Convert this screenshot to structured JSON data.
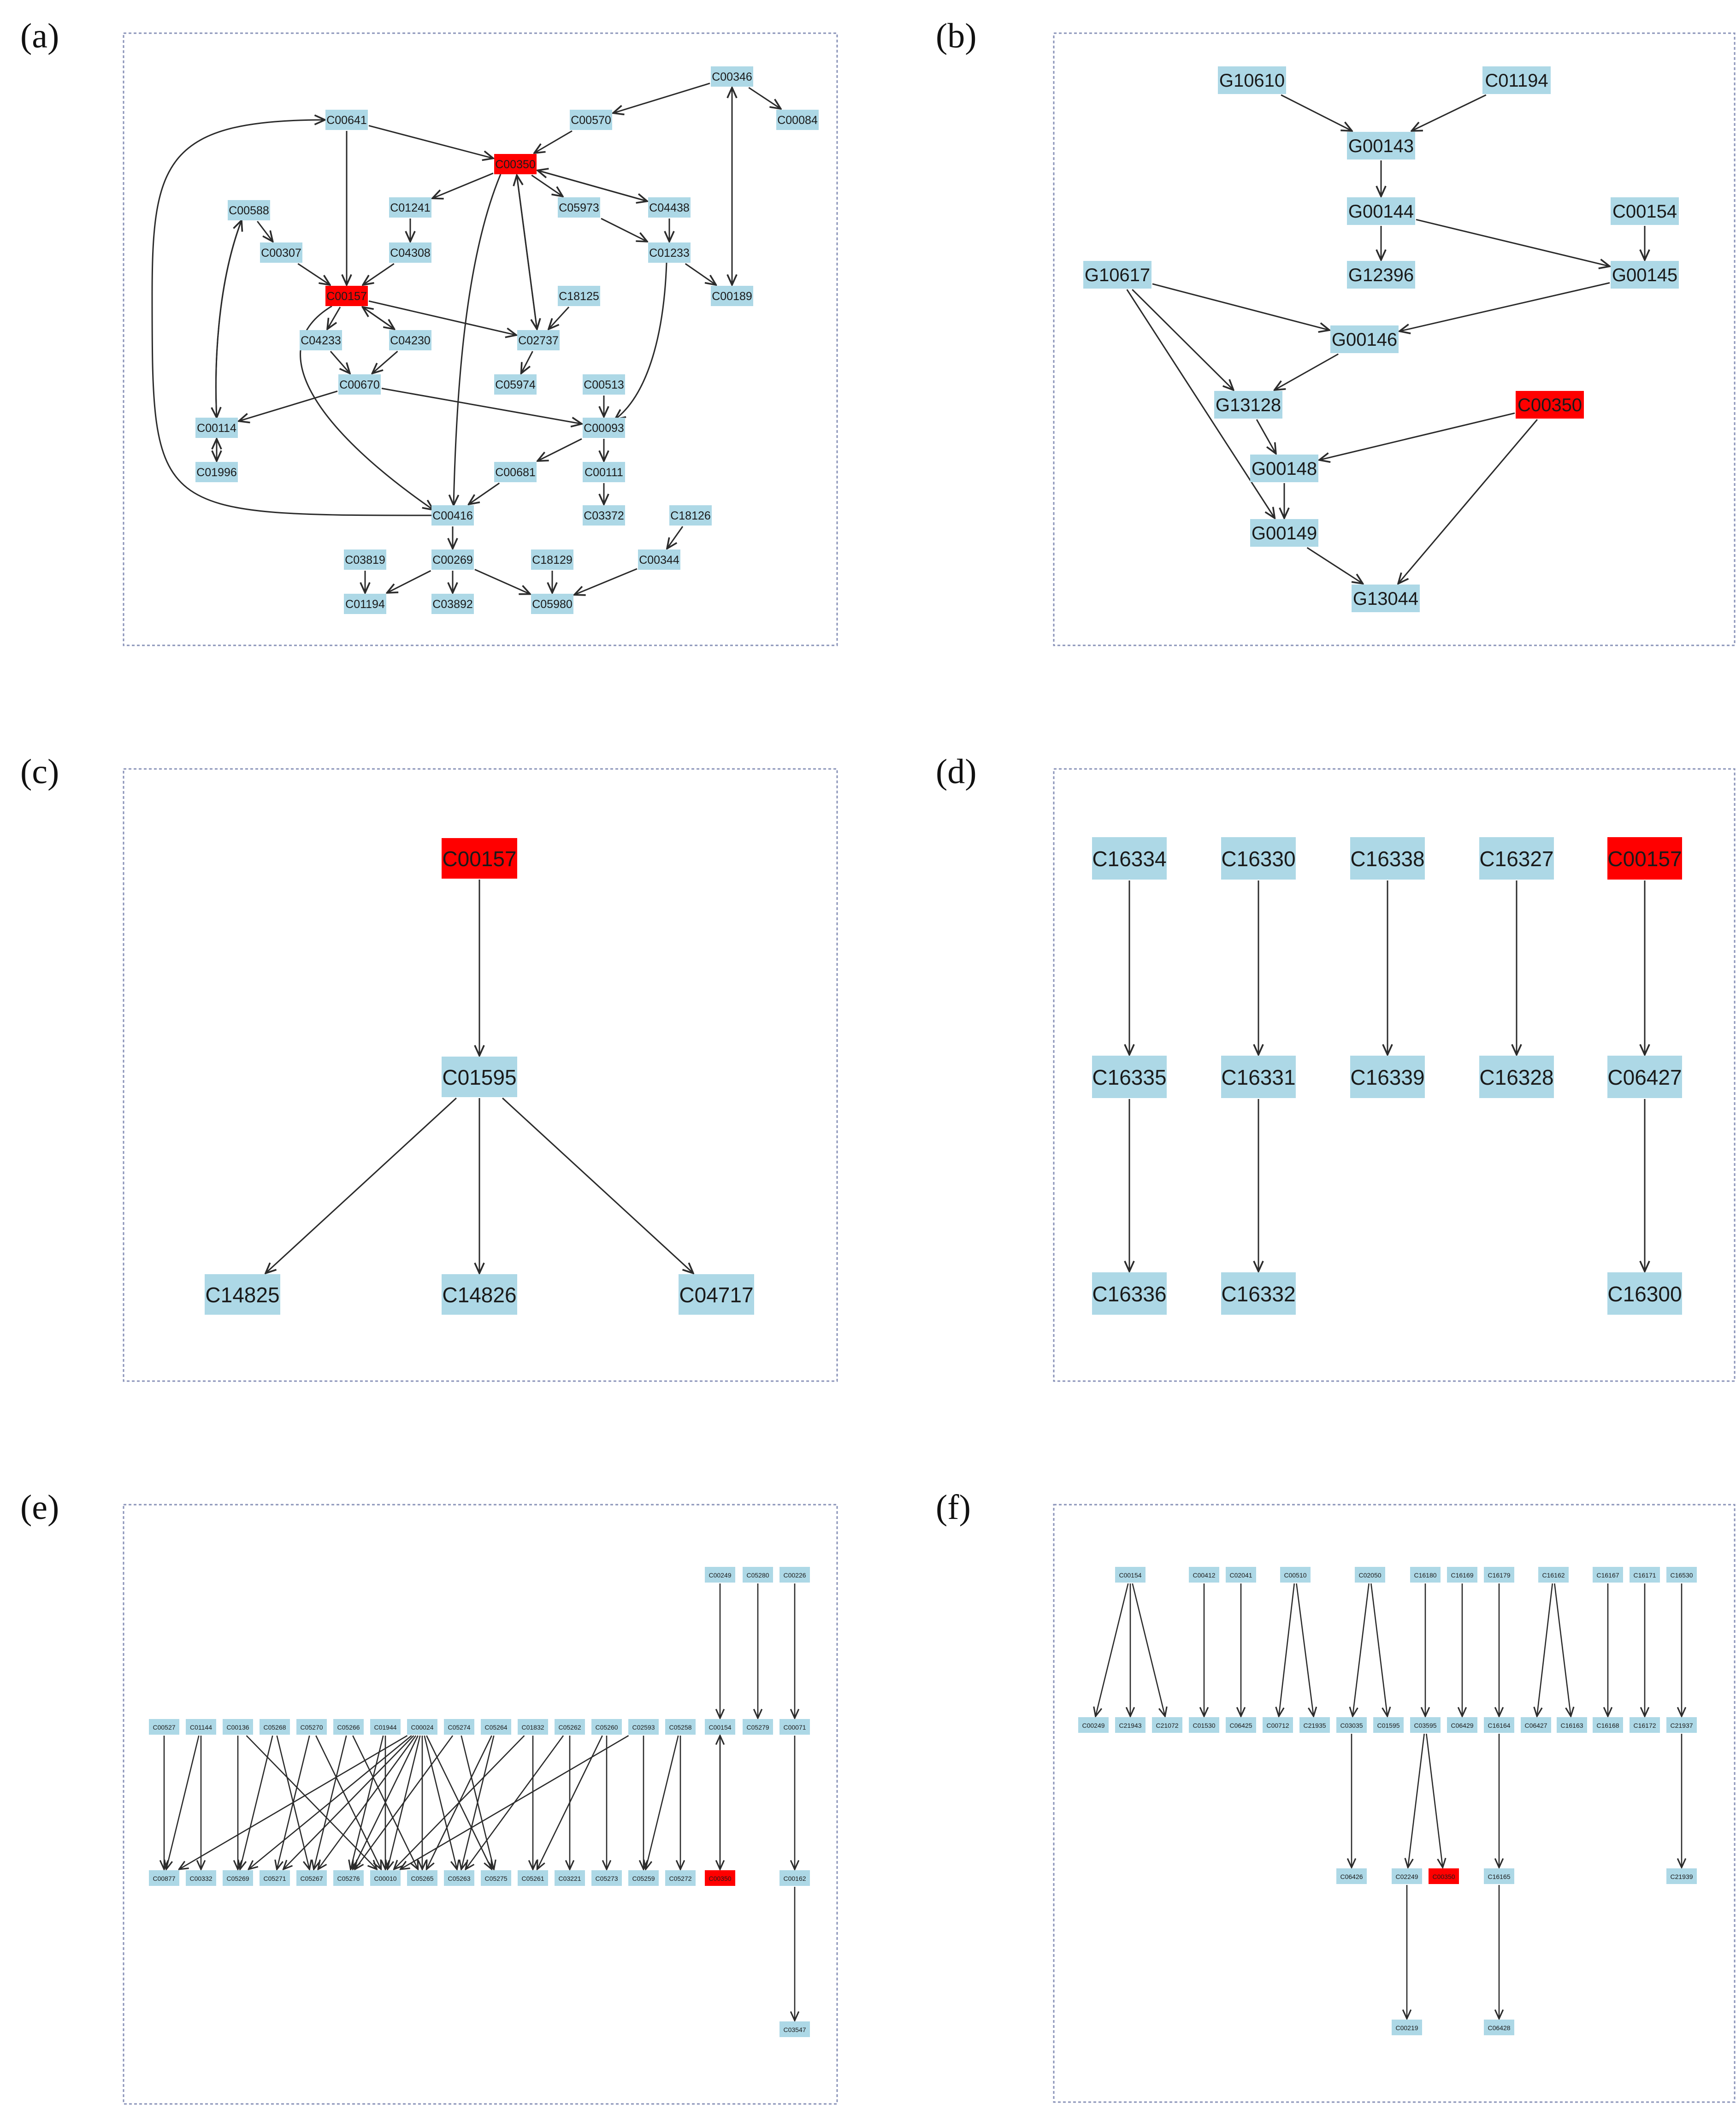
{
  "colors": {
    "node": "#add8e6",
    "highlight": "#ff0000",
    "edge": "#2b2b2b",
    "frame": "#8a93b8"
  },
  "panels": [
    {
      "id": "a",
      "label": "(a)",
      "nodes": [
        {
          "id": "C00346"
        },
        {
          "id": "C00570"
        },
        {
          "id": "C00084"
        },
        {
          "id": "C00641"
        },
        {
          "id": "C00350",
          "highlight": true
        },
        {
          "id": "C01241"
        },
        {
          "id": "C05973"
        },
        {
          "id": "C04438"
        },
        {
          "id": "C00588"
        },
        {
          "id": "C00307"
        },
        {
          "id": "C04308"
        },
        {
          "id": "C01233"
        },
        {
          "id": "C00189"
        },
        {
          "id": "C00157",
          "highlight": true
        },
        {
          "id": "C18125"
        },
        {
          "id": "C04233"
        },
        {
          "id": "C04230"
        },
        {
          "id": "C02737"
        },
        {
          "id": "C00670"
        },
        {
          "id": "C05974"
        },
        {
          "id": "C00513"
        },
        {
          "id": "C00114"
        },
        {
          "id": "C00093"
        },
        {
          "id": "C01996"
        },
        {
          "id": "C00681"
        },
        {
          "id": "C00111"
        },
        {
          "id": "C00416"
        },
        {
          "id": "C03372"
        },
        {
          "id": "C18126"
        },
        {
          "id": "C03819"
        },
        {
          "id": "C00269"
        },
        {
          "id": "C18129"
        },
        {
          "id": "C00344"
        },
        {
          "id": "C01194"
        },
        {
          "id": "C03892"
        },
        {
          "id": "C05980"
        }
      ],
      "edges": [
        [
          "C00346",
          "C00570"
        ],
        [
          "C00346",
          "C00084"
        ],
        [
          "C00346",
          "C00189"
        ],
        [
          "C00189",
          "C00346"
        ],
        [
          "C00641",
          "C00350"
        ],
        [
          "C00570",
          "C00350"
        ],
        [
          "C00641",
          "C00157"
        ],
        [
          "C00350",
          "C01241"
        ],
        [
          "C00350",
          "C05973"
        ],
        [
          "C00350",
          "C04438"
        ],
        [
          "C04438",
          "C00350"
        ],
        [
          "C00350",
          "C02737"
        ],
        [
          "C02737",
          "C00350"
        ],
        [
          "C00350",
          "C00416"
        ],
        [
          "C01241",
          "C04308"
        ],
        [
          "C04308",
          "C00157"
        ],
        [
          "C00588",
          "C00307"
        ],
        [
          "C00307",
          "C00157"
        ],
        [
          "C00588",
          "C00114"
        ],
        [
          "C00114",
          "C00588"
        ],
        [
          "C04438",
          "C01233"
        ],
        [
          "C05973",
          "C01233"
        ],
        [
          "C01233",
          "C00189"
        ],
        [
          "C01233",
          "C00093"
        ],
        [
          "C00157",
          "C04233"
        ],
        [
          "C00157",
          "C04230"
        ],
        [
          "C04230",
          "C00157"
        ],
        [
          "C00157",
          "C02737"
        ],
        [
          "C18125",
          "C02737"
        ],
        [
          "C02737",
          "C05974"
        ],
        [
          "C04233",
          "C00670"
        ],
        [
          "C04230",
          "C00670"
        ],
        [
          "C00670",
          "C00114"
        ],
        [
          "C00670",
          "C00093"
        ],
        [
          "C00513",
          "C00093"
        ],
        [
          "C00114",
          "C01996"
        ],
        [
          "C01996",
          "C00114"
        ],
        [
          "C00093",
          "C00681"
        ],
        [
          "C00093",
          "C00111"
        ],
        [
          "C00681",
          "C00416"
        ],
        [
          "C00157",
          "C00416"
        ],
        [
          "C00111",
          "C03372"
        ],
        [
          "C00416",
          "C00641"
        ],
        [
          "C00416",
          "C00269"
        ],
        [
          "C03819",
          "C01194"
        ],
        [
          "C00269",
          "C01194"
        ],
        [
          "C00269",
          "C03892"
        ],
        [
          "C00269",
          "C05980"
        ],
        [
          "C18129",
          "C05980"
        ],
        [
          "C18126",
          "C00344"
        ],
        [
          "C00344",
          "C05980"
        ]
      ]
    },
    {
      "id": "b",
      "label": "(b)",
      "nodes": [
        {
          "id": "G10610"
        },
        {
          "id": "C01194"
        },
        {
          "id": "G00143"
        },
        {
          "id": "G00144"
        },
        {
          "id": "C00154"
        },
        {
          "id": "G10617"
        },
        {
          "id": "G12396"
        },
        {
          "id": "G00145"
        },
        {
          "id": "G00146"
        },
        {
          "id": "G13128"
        },
        {
          "id": "C00350",
          "highlight": true
        },
        {
          "id": "G00148"
        },
        {
          "id": "G00149"
        },
        {
          "id": "G13044"
        }
      ],
      "edges": [
        [
          "G10610",
          "G00143"
        ],
        [
          "C01194",
          "G00143"
        ],
        [
          "G00143",
          "G00144"
        ],
        [
          "G00144",
          "G12396"
        ],
        [
          "G00144",
          "G00145"
        ],
        [
          "C00154",
          "G00145"
        ],
        [
          "G00145",
          "G00146"
        ],
        [
          "G10617",
          "G00146"
        ],
        [
          "G10617",
          "G13128"
        ],
        [
          "G10617",
          "G00149"
        ],
        [
          "G00146",
          "G13128"
        ],
        [
          "G13128",
          "G00148"
        ],
        [
          "C00350",
          "G00148"
        ],
        [
          "C00350",
          "G13044"
        ],
        [
          "G00148",
          "G00149"
        ],
        [
          "G00149",
          "G13044"
        ]
      ]
    },
    {
      "id": "c",
      "label": "(c)",
      "nodes": [
        {
          "id": "C00157",
          "highlight": true
        },
        {
          "id": "C01595"
        },
        {
          "id": "C14825"
        },
        {
          "id": "C14826"
        },
        {
          "id": "C04717"
        }
      ],
      "edges": [
        [
          "C00157",
          "C01595"
        ],
        [
          "C01595",
          "C14825"
        ],
        [
          "C01595",
          "C14826"
        ],
        [
          "C01595",
          "C04717"
        ]
      ]
    },
    {
      "id": "d",
      "label": "(d)",
      "nodes": [
        {
          "id": "C16334"
        },
        {
          "id": "C16330"
        },
        {
          "id": "C16338"
        },
        {
          "id": "C16327"
        },
        {
          "id": "C00157",
          "highlight": true
        },
        {
          "id": "C16335"
        },
        {
          "id": "C16331"
        },
        {
          "id": "C16339"
        },
        {
          "id": "C16328"
        },
        {
          "id": "C06427"
        },
        {
          "id": "C16336"
        },
        {
          "id": "C16332"
        },
        {
          "id": "C16300"
        }
      ],
      "edges": [
        [
          "C16334",
          "C16335"
        ],
        [
          "C16335",
          "C16336"
        ],
        [
          "C16330",
          "C16331"
        ],
        [
          "C16331",
          "C16332"
        ],
        [
          "C16338",
          "C16339"
        ],
        [
          "C16327",
          "C16328"
        ],
        [
          "C00157",
          "C06427"
        ],
        [
          "C06427",
          "C16300"
        ]
      ]
    },
    {
      "id": "e",
      "label": "(e)",
      "nodes": [
        {
          "id": "C00249"
        },
        {
          "id": "C05280"
        },
        {
          "id": "C00226"
        },
        {
          "id": "C00527"
        },
        {
          "id": "C01144"
        },
        {
          "id": "C00136"
        },
        {
          "id": "C05268"
        },
        {
          "id": "C05270"
        },
        {
          "id": "C05266"
        },
        {
          "id": "C01944"
        },
        {
          "id": "C00024"
        },
        {
          "id": "C05274"
        },
        {
          "id": "C05264"
        },
        {
          "id": "C01832"
        },
        {
          "id": "C05262"
        },
        {
          "id": "C05260"
        },
        {
          "id": "C02593"
        },
        {
          "id": "C05258"
        },
        {
          "id": "C00154"
        },
        {
          "id": "C05279"
        },
        {
          "id": "C00071"
        },
        {
          "id": "C00877"
        },
        {
          "id": "C00332"
        },
        {
          "id": "C05269"
        },
        {
          "id": "C05271"
        },
        {
          "id": "C05267"
        },
        {
          "id": "C05276"
        },
        {
          "id": "C00010"
        },
        {
          "id": "C05265"
        },
        {
          "id": "C05263"
        },
        {
          "id": "C05275"
        },
        {
          "id": "C05261"
        },
        {
          "id": "C03221"
        },
        {
          "id": "C05273"
        },
        {
          "id": "C05259"
        },
        {
          "id": "C05272"
        },
        {
          "id": "C00350",
          "highlight": true
        },
        {
          "id": "C00162"
        },
        {
          "id": "C03547"
        }
      ],
      "edges": [
        [
          "C00249",
          "C00154"
        ],
        [
          "C05280",
          "C05279"
        ],
        [
          "C00226",
          "C00071"
        ],
        [
          "C00071",
          "C00162"
        ],
        [
          "C00162",
          "C03547"
        ],
        [
          "C00154",
          "C00350"
        ],
        [
          "C00350",
          "C00154"
        ],
        [
          "C00527",
          "C00877"
        ],
        [
          "C01144",
          "C00877"
        ],
        [
          "C01144",
          "C00332"
        ],
        [
          "C00136",
          "C05269"
        ],
        [
          "C00136",
          "C00010"
        ],
        [
          "C05268",
          "C05269"
        ],
        [
          "C05268",
          "C05267"
        ],
        [
          "C05270",
          "C05271"
        ],
        [
          "C05270",
          "C00010"
        ],
        [
          "C05266",
          "C05267"
        ],
        [
          "C05266",
          "C05265"
        ],
        [
          "C01944",
          "C00010"
        ],
        [
          "C01944",
          "C05276"
        ],
        [
          "C00024",
          "C00877"
        ],
        [
          "C00024",
          "C05269"
        ],
        [
          "C00024",
          "C05271"
        ],
        [
          "C00024",
          "C05267"
        ],
        [
          "C00024",
          "C05276"
        ],
        [
          "C00024",
          "C00010"
        ],
        [
          "C00024",
          "C05265"
        ],
        [
          "C00024",
          "C05263"
        ],
        [
          "C00024",
          "C05275"
        ],
        [
          "C05274",
          "C05276"
        ],
        [
          "C05274",
          "C05275"
        ],
        [
          "C05264",
          "C05265"
        ],
        [
          "C05264",
          "C05263"
        ],
        [
          "C01832",
          "C00010"
        ],
        [
          "C01832",
          "C05261"
        ],
        [
          "C05262",
          "C05263"
        ],
        [
          "C05262",
          "C03221"
        ],
        [
          "C05260",
          "C05261"
        ],
        [
          "C05260",
          "C05273"
        ],
        [
          "C02593",
          "C00010"
        ],
        [
          "C02593",
          "C05259"
        ],
        [
          "C05258",
          "C05259"
        ],
        [
          "C05258",
          "C05272"
        ]
      ]
    },
    {
      "id": "f",
      "label": "(f)",
      "nodes": [
        {
          "id": "C00154"
        },
        {
          "id": "C00412"
        },
        {
          "id": "C02041"
        },
        {
          "id": "C00510"
        },
        {
          "id": "C02050"
        },
        {
          "id": "C16180"
        },
        {
          "id": "C16169"
        },
        {
          "id": "C16179"
        },
        {
          "id": "C16162"
        },
        {
          "id": "C16167"
        },
        {
          "id": "C16171"
        },
        {
          "id": "C16530"
        },
        {
          "id": "C00249"
        },
        {
          "id": "C21943"
        },
        {
          "id": "C21072"
        },
        {
          "id": "C01530"
        },
        {
          "id": "C06425"
        },
        {
          "id": "C00712"
        },
        {
          "id": "C21935"
        },
        {
          "id": "C03035"
        },
        {
          "id": "C01595"
        },
        {
          "id": "C03595"
        },
        {
          "id": "C06429"
        },
        {
          "id": "C16164"
        },
        {
          "id": "C06427"
        },
        {
          "id": "C16163"
        },
        {
          "id": "C16168"
        },
        {
          "id": "C16172"
        },
        {
          "id": "C21937"
        },
        {
          "id": "C06426"
        },
        {
          "id": "C02249"
        },
        {
          "id": "C00350",
          "highlight": true
        },
        {
          "id": "C16165"
        },
        {
          "id": "C21939"
        },
        {
          "id": "C00219"
        },
        {
          "id": "C06428"
        }
      ],
      "edges": [
        [
          "C00154",
          "C00249"
        ],
        [
          "C00154",
          "C21943"
        ],
        [
          "C00154",
          "C21072"
        ],
        [
          "C00412",
          "C01530"
        ],
        [
          "C02041",
          "C06425"
        ],
        [
          "C00510",
          "C00712"
        ],
        [
          "C00510",
          "C21935"
        ],
        [
          "C02050",
          "C03035"
        ],
        [
          "C02050",
          "C01595"
        ],
        [
          "C16180",
          "C03595"
        ],
        [
          "C16169",
          "C06429"
        ],
        [
          "C16179",
          "C16164"
        ],
        [
          "C16162",
          "C06427"
        ],
        [
          "C16162",
          "C16163"
        ],
        [
          "C16167",
          "C16168"
        ],
        [
          "C16171",
          "C16172"
        ],
        [
          "C16530",
          "C21937"
        ],
        [
          "C03035",
          "C06426"
        ],
        [
          "C03595",
          "C02249"
        ],
        [
          "C03595",
          "C00350"
        ],
        [
          "C16164",
          "C16165"
        ],
        [
          "C21937",
          "C21939"
        ],
        [
          "C02249",
          "C00219"
        ],
        [
          "C16165",
          "C06428"
        ]
      ]
    }
  ]
}
